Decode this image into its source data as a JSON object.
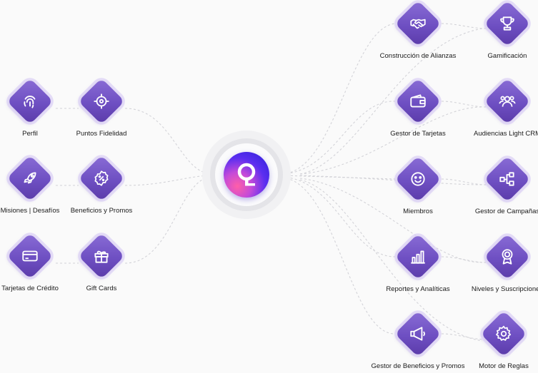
{
  "hub": {
    "name": "central-logo"
  },
  "modules": {
    "perfil": {
      "label": "Perfil",
      "icon": "fingerprint-icon"
    },
    "puntos": {
      "label": "Puntos Fidelidad",
      "icon": "target-icon"
    },
    "misiones": {
      "label": "Misiones | Desafíos",
      "icon": "rocket-icon"
    },
    "beneficios": {
      "label": "Beneficios y Promos",
      "icon": "discount-badge-icon"
    },
    "tarjetas_credito": {
      "label": "Tarjetas de Crédito",
      "icon": "credit-card-icon"
    },
    "gift_cards": {
      "label": "Gift Cards",
      "icon": "gift-icon"
    },
    "alianzas": {
      "label": "Construcción de Alianzas",
      "icon": "handshake-icon"
    },
    "gamificacion": {
      "label": "Gamificación",
      "icon": "trophy-icon"
    },
    "gestor_tarjetas": {
      "label": "Gestor de Tarjetas",
      "icon": "wallet-icon"
    },
    "audiencias": {
      "label": "Audiencias Light CRM",
      "icon": "users-icon"
    },
    "miembros": {
      "label": "Miembros",
      "icon": "smile-icon"
    },
    "campanas": {
      "label": "Gestor de Campañas",
      "icon": "flow-icon"
    },
    "reportes": {
      "label": "Reportes y Analíticas",
      "icon": "bar-chart-icon"
    },
    "niveles": {
      "label": "Niveles y Suscripciones",
      "icon": "award-icon"
    },
    "gestor_beneficios": {
      "label": "Gestor de Beneficios y Promos",
      "icon": "megaphone-icon"
    },
    "motor_reglas": {
      "label": "Motor de Reglas",
      "icon": "gear-icon"
    }
  },
  "colors": {
    "diamond": "#6e4fc2",
    "connector": "#d2d2d6",
    "text": "#1b1b1b"
  }
}
